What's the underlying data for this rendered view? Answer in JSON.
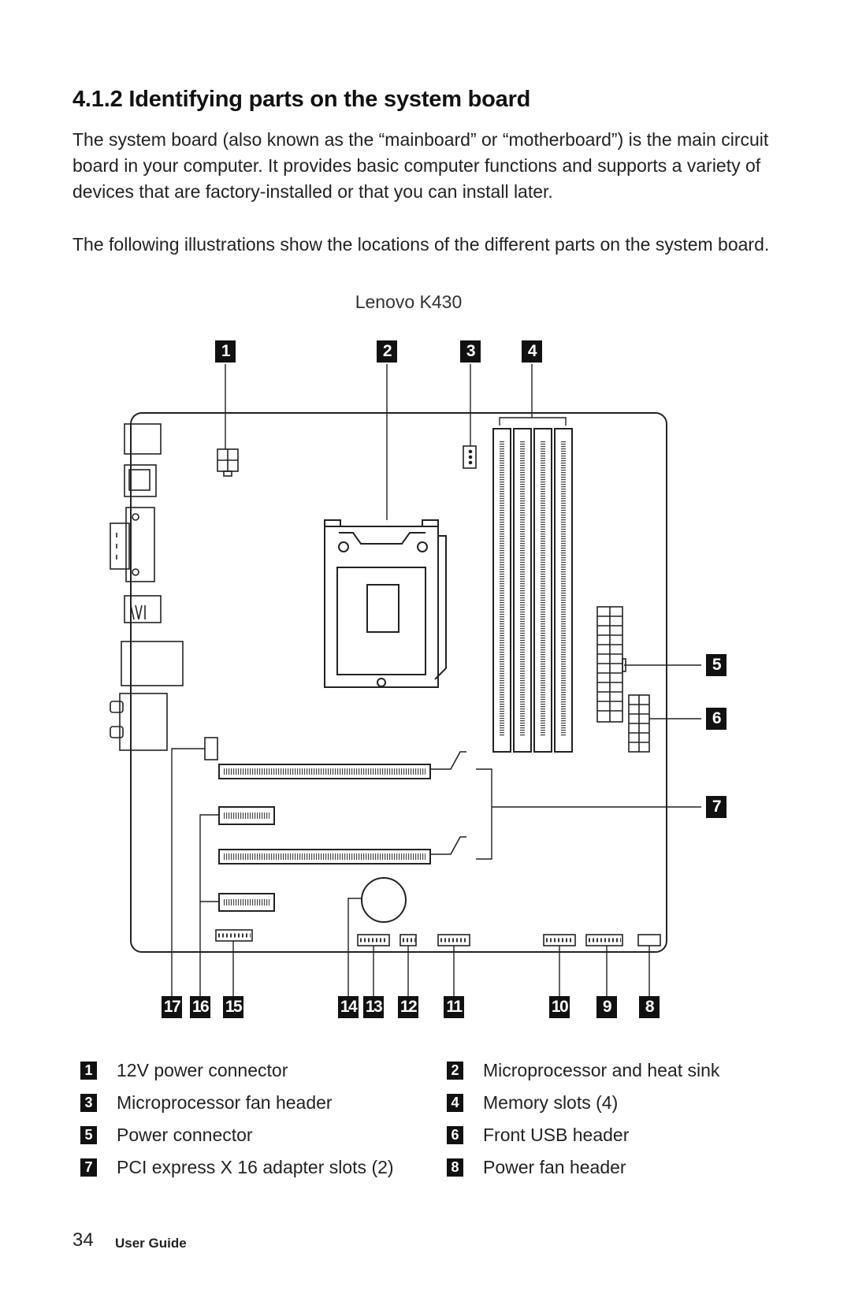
{
  "section": {
    "title": "4.1.2 Identifying parts on the system board",
    "paragraph1": "The system board (also known as the “mainboard” or “motherboard”) is the main circuit board in your computer. It provides basic computer functions and supports a variety of devices that are factory-installed or that you can install later.",
    "paragraph2": "The following illustrations show the locations of the different parts on the system board."
  },
  "figure": {
    "caption": "Lenovo K430",
    "callouts": {
      "top": [
        "1",
        "2",
        "3",
        "4"
      ],
      "right": [
        "5",
        "6",
        "7"
      ],
      "bottom": [
        "17",
        "16",
        "15",
        "14",
        "13",
        "12",
        "11",
        "10",
        "9",
        "8"
      ]
    }
  },
  "legend": [
    {
      "number": "1",
      "label": "12V power connector"
    },
    {
      "number": "2",
      "label": "Microprocessor and heat sink"
    },
    {
      "number": "3",
      "label": "Microprocessor fan header"
    },
    {
      "number": "4",
      "label": "Memory slots (4)"
    },
    {
      "number": "5",
      "label": "Power connector"
    },
    {
      "number": "6",
      "label": "Front USB header"
    },
    {
      "number": "7",
      "label": "PCI express X 16 adapter slots (2)"
    },
    {
      "number": "8",
      "label": "Power fan header"
    }
  ],
  "footer": {
    "page_number": "34",
    "label": "User Guide"
  }
}
